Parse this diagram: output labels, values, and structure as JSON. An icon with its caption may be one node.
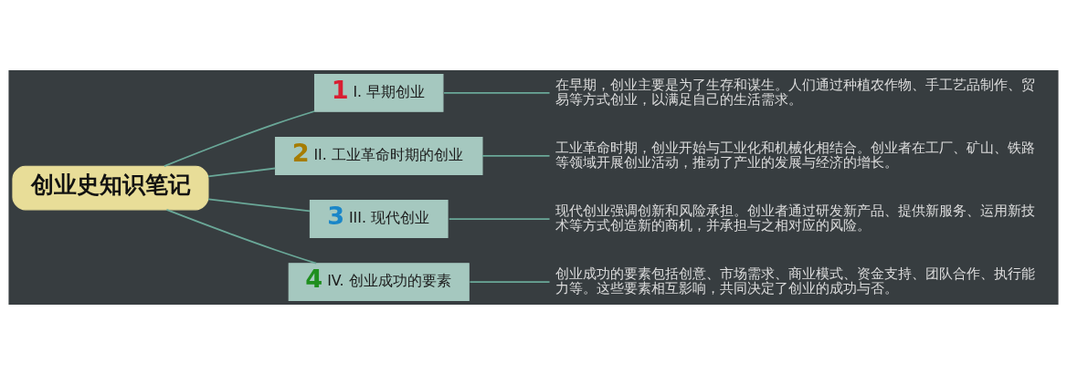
{
  "diagram": {
    "nodes": [
      {
        "text": [
          "创业史知识笔记"
        ]
      },
      {
        "text": [
          "1",
          "I. 早期创业"
        ]
      },
      {
        "text": [
          "在早期，创业主要是为了生存和谋生。人们通过种植农作物、手工艺品制作、贸易等方式创业，以满足自己的生活需求。"
        ]
      },
      {
        "text": [
          "2",
          "II. 工业革命时期的创业"
        ]
      },
      {
        "text": [
          "工业革命时期，创业开始与工业化和机械化相结合。创业者在工厂、矿山、铁路等领域开展创业活动，推动了产业的发展与经济的增长。"
        ]
      },
      {
        "text": [
          "3",
          "III. 现代创业"
        ]
      },
      {
        "text": [
          "现代创业强调创新和风险承担。创业者通过研发新产品、提供新服务、运用新技术等方式创造新的商机，并承担与之相对应的风险。"
        ]
      },
      {
        "text": [
          "4",
          "IV. 创业成功的要素"
        ]
      },
      {
        "text": [
          "创业成功的要素包括创意、市场需求、商业模式、资金支持、团队合作、执行能力等。这些要素相互影响，共同决定了创业的成功与否。"
        ]
      }
    ],
    "edges": [
      {
        "from": 0,
        "to": 1,
        "arrow": "none"
      },
      {
        "from": 1,
        "to": 2,
        "arrow": "none"
      },
      {
        "from": 0,
        "to": 3,
        "arrow": "none"
      },
      {
        "from": 3,
        "to": 4,
        "arrow": "none"
      },
      {
        "from": 0,
        "to": 5,
        "arrow": "none"
      },
      {
        "from": 5,
        "to": 6,
        "arrow": "none"
      },
      {
        "from": 0,
        "to": 7,
        "arrow": "none"
      },
      {
        "from": 7,
        "to": 8,
        "arrow": "none"
      }
    ]
  }
}
